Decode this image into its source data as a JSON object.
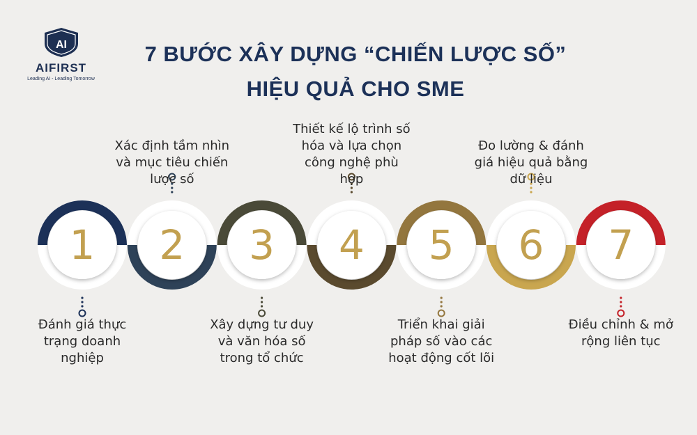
{
  "brand": {
    "logo_mark": "AI",
    "name": "AIFIRST",
    "tagline": "Leading AI - Leading Tomorrow"
  },
  "title": {
    "line1": "7 BƯỚC XÂY DỰNG “CHIẾN LƯỢC SỐ”",
    "line2": "HIỆU QUẢ CHO SME"
  },
  "colors": {
    "navy": "#1c3158",
    "slate": "#2e4258",
    "olive": "#4a4a38",
    "brown": "#5a4a2e",
    "bronze": "#93763e",
    "gold": "#c9a64f",
    "red": "#c42128",
    "number": "#c2a050"
  },
  "steps": [
    {
      "number": "1",
      "text": "Đánh giá thực trạng doanh nghiệp",
      "position": "bottom",
      "color": "#1c3158"
    },
    {
      "number": "2",
      "text": "Xác định tầm nhìn và mục tiêu chiến lược số",
      "position": "top",
      "color": "#2e4258"
    },
    {
      "number": "3",
      "text": "Xây dựng tư duy và văn hóa số trong tổ chức",
      "position": "bottom",
      "color": "#4a4a38"
    },
    {
      "number": "4",
      "text": "Thiết kế lộ trình số hóa và lựa chọn công nghệ phù hợp",
      "position": "top",
      "color": "#5a4a2e"
    },
    {
      "number": "5",
      "text": "Triển khai giải pháp số vào các hoạt động cốt lõi",
      "position": "bottom",
      "color": "#93763e"
    },
    {
      "number": "6",
      "text": "Đo lường & đánh giá hiệu quả bằng dữ liệu",
      "position": "top",
      "color": "#c9a64f"
    },
    {
      "number": "7",
      "text": "Điều chỉnh & mở rộng liên tục",
      "position": "bottom",
      "color": "#c42128"
    }
  ]
}
